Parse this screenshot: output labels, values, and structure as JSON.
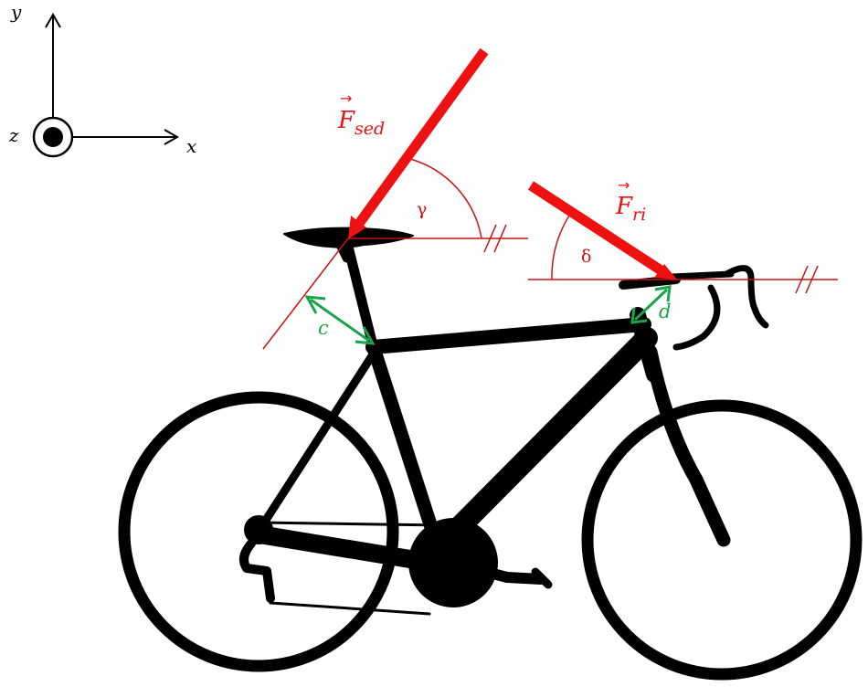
{
  "axes": {
    "x_label": "x",
    "y_label": "y",
    "z_label": "z"
  },
  "forces": {
    "seat_symbol": "F",
    "seat_subscript": "sed",
    "handlebar_symbol": "F",
    "handlebar_subscript": "ri"
  },
  "angles": {
    "seat_angle": "γ",
    "handlebar_angle": "δ"
  },
  "distances": {
    "seat_offset": "c",
    "handlebar_offset": "d"
  },
  "colors": {
    "force": "#ee1111",
    "distance": "#19a34a",
    "frame": "#000000"
  }
}
